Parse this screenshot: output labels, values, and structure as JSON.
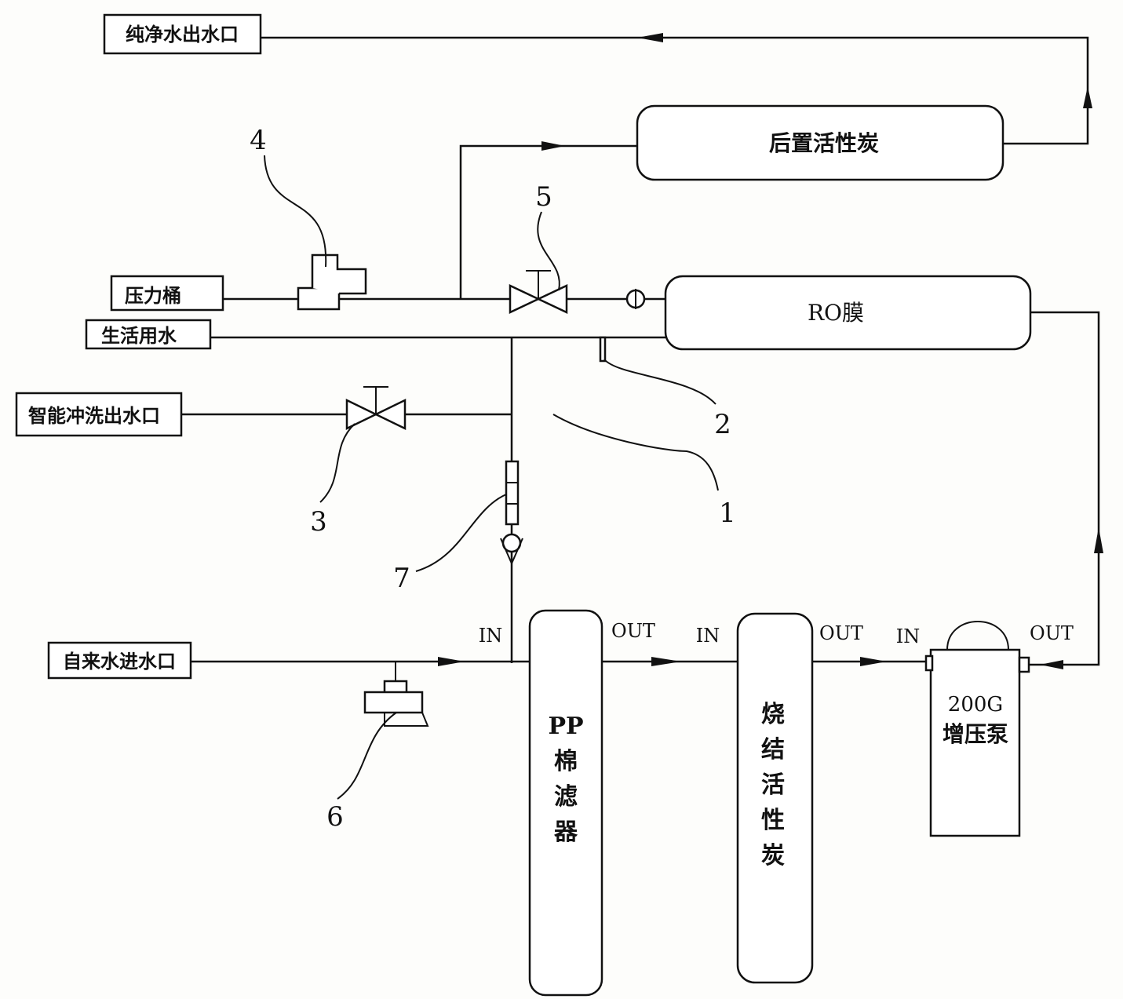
{
  "labels": {
    "pure_water_outlet": "纯净水出水口",
    "post_carbon": "后置活性炭",
    "pressure_tank": "压力桶",
    "domestic_water": "生活用水",
    "ro_membrane": "RO膜",
    "smart_flush_outlet": "智能冲洗出水口",
    "tap_water_inlet": "自来水进水口",
    "pp_filter": [
      "PP",
      "棉",
      "滤",
      "器"
    ],
    "sintered_carbon": [
      "烧",
      "结",
      "活",
      "性",
      "炭"
    ],
    "booster_pump": [
      "200G",
      "增压泵"
    ]
  },
  "ports": {
    "pp_in": "IN",
    "pp_out": "OUT",
    "carbon_in": "IN",
    "carbon_out": "OUT",
    "pump_in": "IN",
    "pump_out": "OUT"
  },
  "callouts": [
    "1",
    "2",
    "3",
    "4",
    "5",
    "6",
    "7"
  ]
}
